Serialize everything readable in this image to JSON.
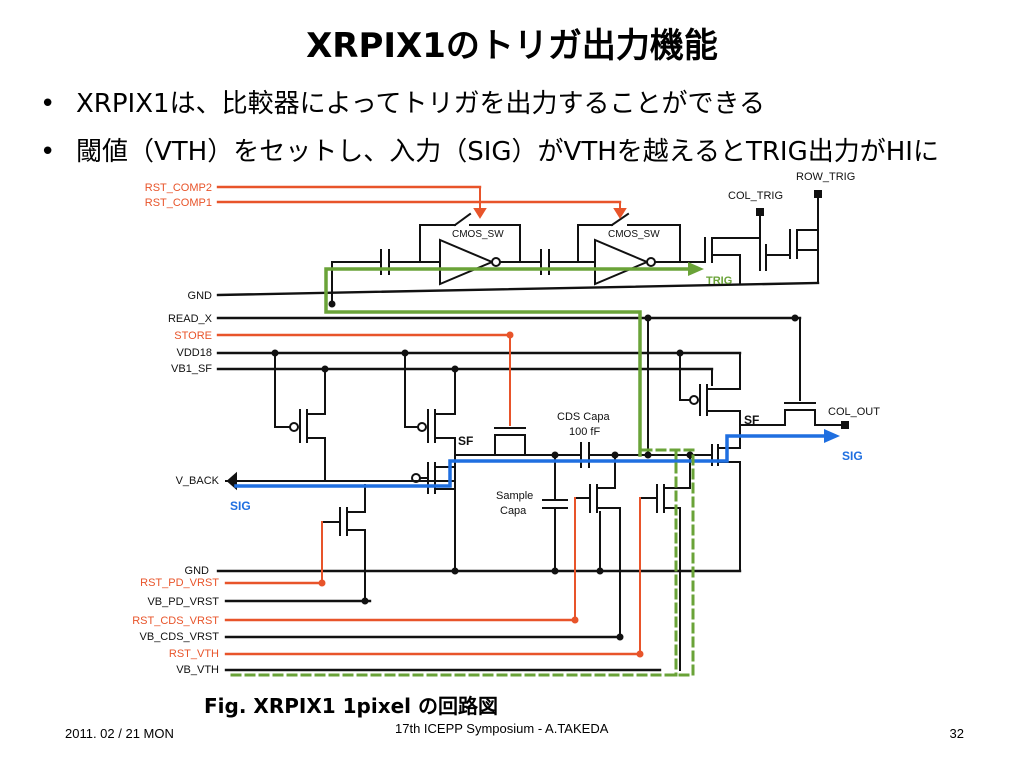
{
  "slide": {
    "title": "XRPIX1のトリガ出力機能",
    "bullets": [
      "XRPIX1は、比較器によってトリガを出力することができる",
      "閾値（VTH）をセットし、入力（SIG）がVTHを越えるとTRIG出力がHIに"
    ],
    "caption": "Fig. XRPIX1 1pixel の回路図",
    "footer": {
      "date": "2011. 02 / 21 MON",
      "event": "17th ICEPP Symposium - A.TAKEDA",
      "page": "32"
    }
  },
  "circuit": {
    "left_labels": {
      "rst_comp2": "RST_COMP2",
      "rst_comp1": "RST_COMP1",
      "gnd_top": "GND",
      "read_x": "READ_X",
      "store": "STORE",
      "vdd18": "VDD18",
      "vb1_sf": "VB1_SF",
      "v_back": "V_BACK",
      "sig_left": "SIG",
      "gnd_bottom": "GND",
      "rst_pd_vrst": "RST_PD_VRST",
      "vb_pd_vrst": "VB_PD_VRST",
      "rst_cds_vrst": "RST_CDS_VRST",
      "vb_cds_vrst": "VB_CDS_VRST",
      "rst_vth": "RST_VTH",
      "vb_vth": "VB_VTH"
    },
    "inner_labels": {
      "cmos_sw_1": "CMOS_SW",
      "cmos_sw_2": "CMOS_SW",
      "col_trig": "COL_TRIG",
      "row_trig": "ROW_TRIG",
      "trig": "TRIG",
      "sf_1": "SF",
      "sf_2": "SF",
      "cds_capa": "CDS Capa",
      "cds_value": "100 fF",
      "sample_capa_1": "Sample",
      "sample_capa_2": "Capa",
      "col_out": "COL_OUT",
      "sig_right": "SIG"
    },
    "colors": {
      "red": "#e8542a",
      "black": "#111111",
      "green": "#6aa338",
      "blue": "#1f6fe0",
      "green_dashed": "#6aa338"
    }
  }
}
